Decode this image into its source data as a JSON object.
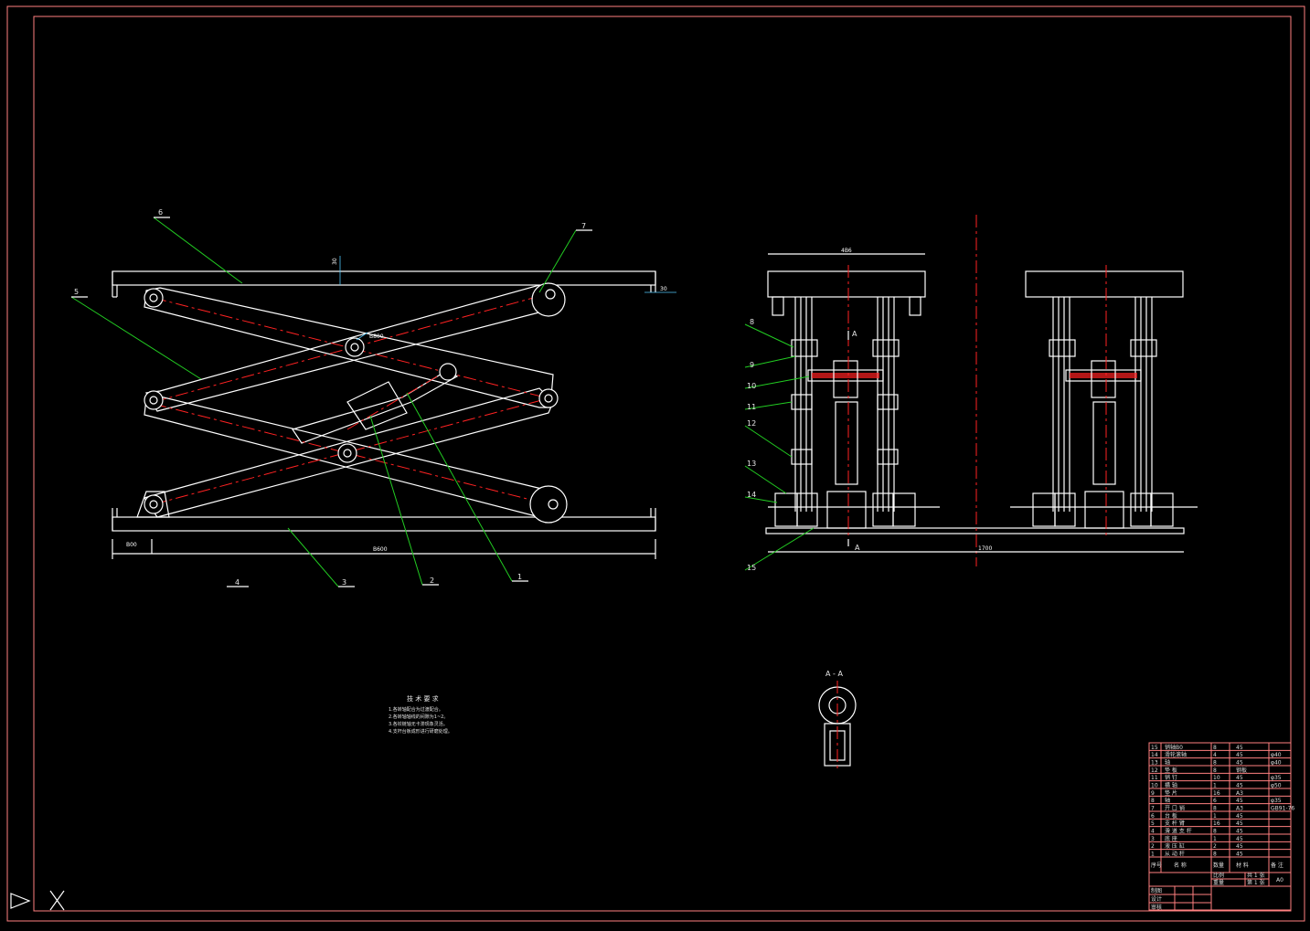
{
  "drawing": {
    "front_view": {
      "callouts": [
        "6",
        "7",
        "5",
        "1",
        "2",
        "3",
        "4"
      ],
      "dims": {
        "overall_length": "B600",
        "left_offset": "B00",
        "top_right": "30"
      }
    },
    "side_view": {
      "callouts": [
        "8",
        "9",
        "10",
        "11",
        "12",
        "13",
        "14",
        "15"
      ],
      "dims": {
        "top_width": "4B6",
        "base_length": "1700"
      },
      "section_marks": [
        "A",
        "A"
      ]
    },
    "section_view": {
      "title": "A - A"
    },
    "notes": {
      "title": "技 术 要 求",
      "lines": [
        "1.各转轴配合为过渡配合。",
        "2.各转轴轴线的间隙为1~2。",
        "3.各铰链轴无卡滞现象灵活。",
        "4.支杆台板成形进行研磨处理。"
      ]
    },
    "title_block": {
      "rows": [
        [
          "15",
          "销轴B0",
          "8",
          "45",
          ""
        ],
        [
          "14",
          "滑轮滚轴",
          "4",
          "45",
          "φ40"
        ],
        [
          "13",
          "轴",
          "8",
          "45",
          "φ40"
        ],
        [
          "12",
          "垫 板",
          "8",
          "钢板",
          ""
        ],
        [
          "11",
          "销 钉",
          "10",
          "45",
          "φ35"
        ],
        [
          "10",
          "横 轴",
          "1",
          "45",
          "φ50"
        ],
        [
          "9",
          "垫 片",
          "16",
          "A3",
          ""
        ],
        [
          "8",
          "轴",
          "6",
          "45",
          "φ35"
        ],
        [
          "7",
          "开 口 销",
          "8",
          "A3",
          "GB91-76"
        ],
        [
          "6",
          "台 板",
          "1",
          "45",
          ""
        ],
        [
          "5",
          "支 杆 臂",
          "16",
          "45",
          ""
        ],
        [
          "4",
          "滑 道 支 杆",
          "8",
          "45",
          ""
        ],
        [
          "3",
          "底 座",
          "1",
          "45",
          ""
        ],
        [
          "2",
          "液 压 缸",
          "2",
          "45",
          ""
        ],
        [
          "1",
          "从 动 杆",
          "8",
          "45",
          ""
        ]
      ],
      "headers": [
        "序号",
        "名 称",
        "数量",
        "材 料",
        "备 注"
      ],
      "scale_label": "比例",
      "weight_label": "重量",
      "sheet1": "共 1 张",
      "sheet2": "第 1 张",
      "size": "A0",
      "sign_rows": [
        "制图",
        "设计",
        "审核"
      ]
    }
  }
}
